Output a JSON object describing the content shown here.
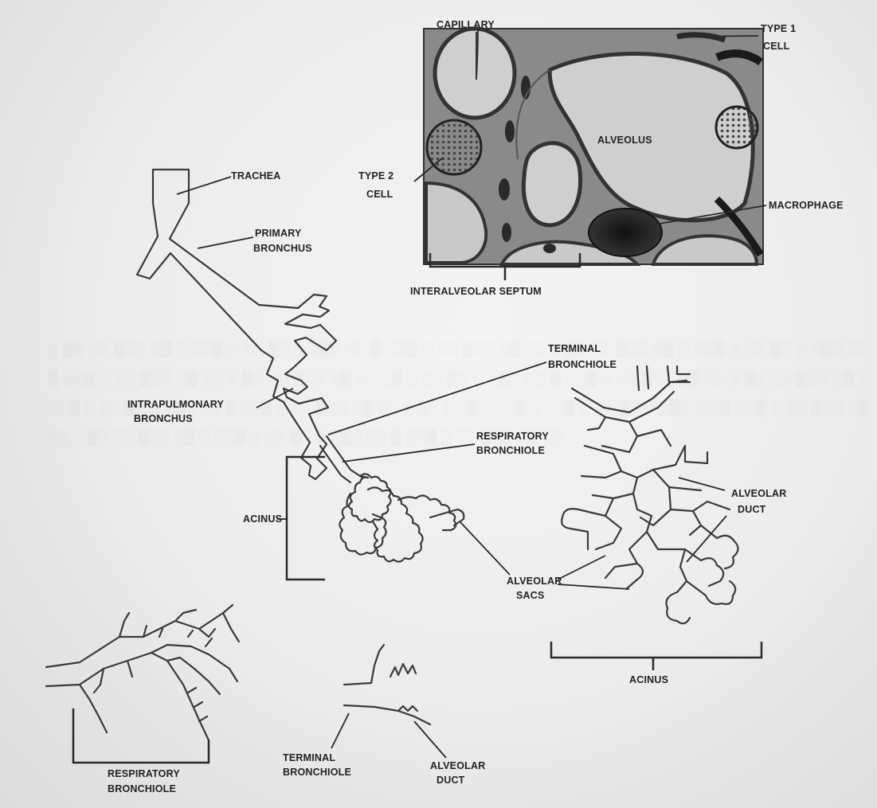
{
  "labels": {
    "capillary": "CAPILLARY",
    "type1_line1": "TYPE 1",
    "type1_line2": "CELL",
    "alveolus": "ALVEOLUS",
    "type2_line1": "TYPE 2",
    "type2_line2": "CELL",
    "macrophage": "MACROPHAGE",
    "interalveolar_septum": "INTERALVEOLAR SEPTUM",
    "trachea": "TRACHEA",
    "primary_line1": "PRIMARY",
    "primary_line2": "BRONCHUS",
    "intrapulmonary_line1": "INTRAPULMONARY",
    "intrapulmonary_line2": "BRONCHUS",
    "terminal_line1": "TERMINAL",
    "terminal_line2": "BRONCHIOLE",
    "respiratory_line1": "RESPIRATORY",
    "respiratory_line2": "BRONCHIOLE",
    "acinus_left": "ACINUS",
    "alveolar_sacs_line1": "ALVEOLAR",
    "alveolar_sacs_line2": "SACS",
    "alveolar_duct_line1": "ALVEOLAR",
    "alveolar_duct_line2": "DUCT",
    "acinus_bottom": "ACINUS",
    "bottom_respiratory_line1": "RESPIRATORY",
    "bottom_respiratory_line2": "BRONCHIOLE",
    "bottom_terminal_line1": "TERMINAL",
    "bottom_terminal_line2": "BRONCHIOLE",
    "bottom_alveolar_duct_line1": "ALVEOLAR",
    "bottom_alveolar_duct_line2": "DUCT"
  },
  "colors": {
    "paper": "#ececec",
    "ink": "#222222",
    "micrograph_bg": "#8a8a8a",
    "micrograph_space": "#cfcfcf"
  }
}
